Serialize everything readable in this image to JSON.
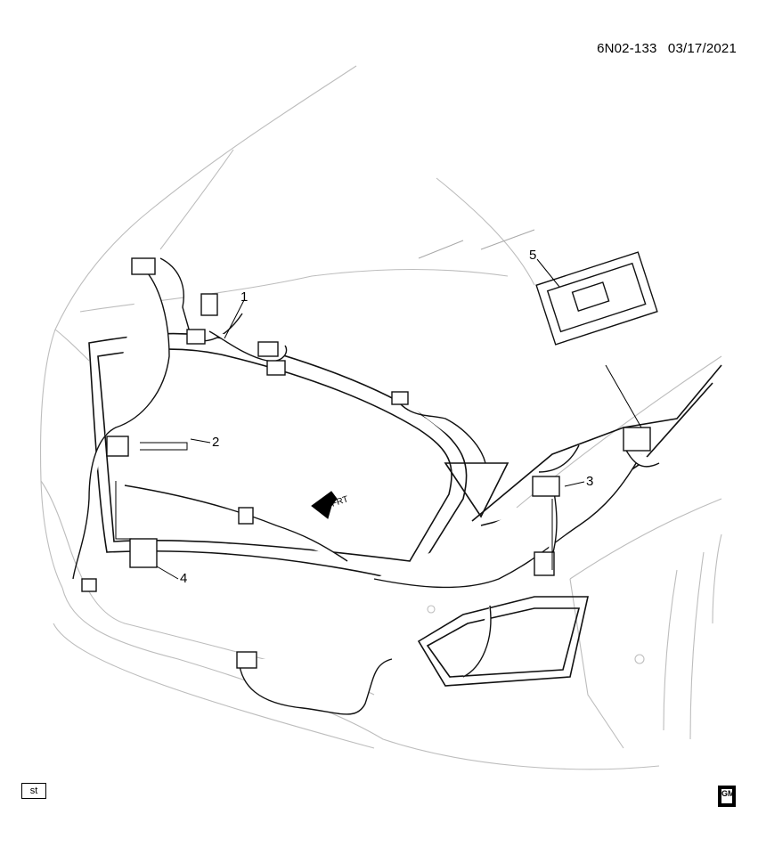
{
  "header": {
    "diagram_code": "6N02-133",
    "date": "03/17/2021"
  },
  "callouts": [
    "1",
    "2",
    "3",
    "4",
    "5"
  ],
  "frt_label": "FRT",
  "footer": {
    "st_label": "st",
    "logo_icon": "gm-logo-icon",
    "logo_text": "GM"
  }
}
